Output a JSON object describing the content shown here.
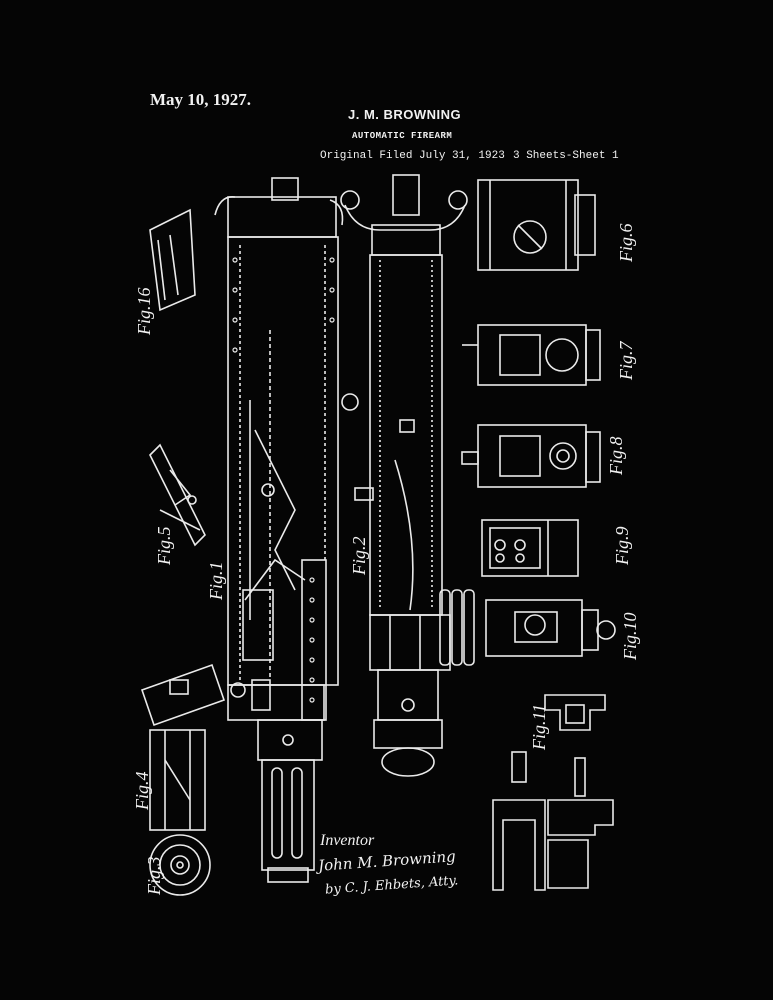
{
  "header": {
    "date": "May 10, 1927.",
    "inventor": "J. M. BROWNING",
    "title": "AUTOMATIC FIREARM",
    "filed": "Original Filed July 31, 1923",
    "sheets": "3 Sheets-Sheet 1"
  },
  "signature": {
    "label": "Inventor",
    "name": "John M. Browning",
    "attorney": "by C. J. Ehbets, Atty."
  },
  "figures": {
    "fig1": "Fig.1",
    "fig2": "Fig.2",
    "fig3": "Fig.3",
    "fig4": "Fig.4",
    "fig5": "Fig.5",
    "fig6": "Fig.6",
    "fig7": "Fig.7",
    "fig8": "Fig.8",
    "fig9": "Fig.9",
    "fig10": "Fig.10",
    "fig11": "Fig.11",
    "fig16": "Fig.16"
  },
  "colors": {
    "background": "#050505",
    "ink": "#f2f2f2"
  }
}
